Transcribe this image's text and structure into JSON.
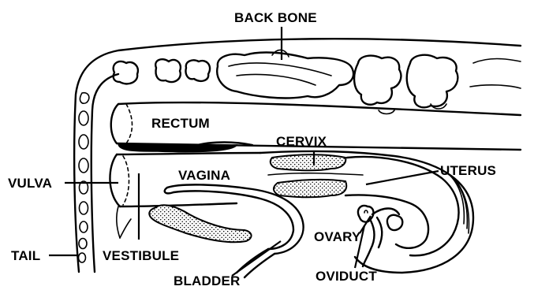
{
  "labels": {
    "back_bone": "BACK BONE",
    "rectum": "RECTUM",
    "cervix": "CERVIX",
    "uterus": "UTERUS",
    "vulva": "VULVA",
    "vagina": "VAGINA",
    "tail": "TAIL",
    "vestibule": "VESTIBULE",
    "ovary": "OVARY",
    "bladder": "BLADDER",
    "oviduct": "OVIDUCT"
  }
}
